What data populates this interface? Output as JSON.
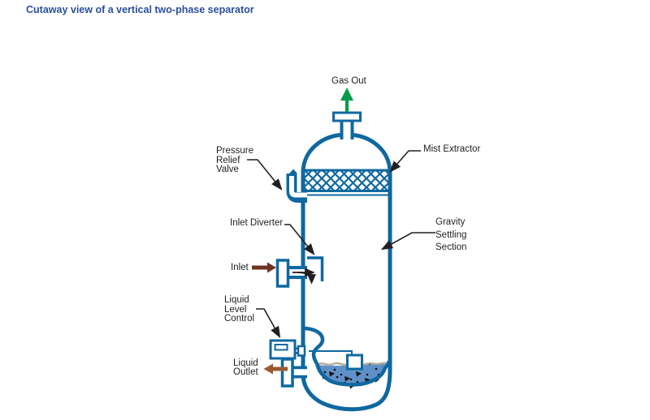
{
  "title": "Cutaway view of a vertical two-phase separator",
  "labels": {
    "gas_out": "Gas Out",
    "mist_extractor": "Mist Extractor",
    "pressure_relief_valve": [
      "Pressure",
      "Relief",
      "Valve"
    ],
    "inlet_diverter": "Inlet Diverter",
    "inlet": "Inlet",
    "gravity_settling_section": [
      "Gravity",
      "Settling",
      "Section"
    ],
    "liquid_level_control": [
      "Liquid",
      "Level",
      "Control"
    ],
    "liquid_outlet": [
      "Liquid",
      "Outlet"
    ]
  },
  "colors": {
    "title_blue": "#2b4f9e",
    "vessel_blue": "#0f68a0",
    "liquid_blue": "#6090c8",
    "surface_gray": "#b5ab9b",
    "gas_green": "#069a4a",
    "inlet_brown": "#6e3421",
    "outlet_brown": "#9a5a2e",
    "label_black": "#1f1f1f",
    "leader_black": "#231f20"
  }
}
